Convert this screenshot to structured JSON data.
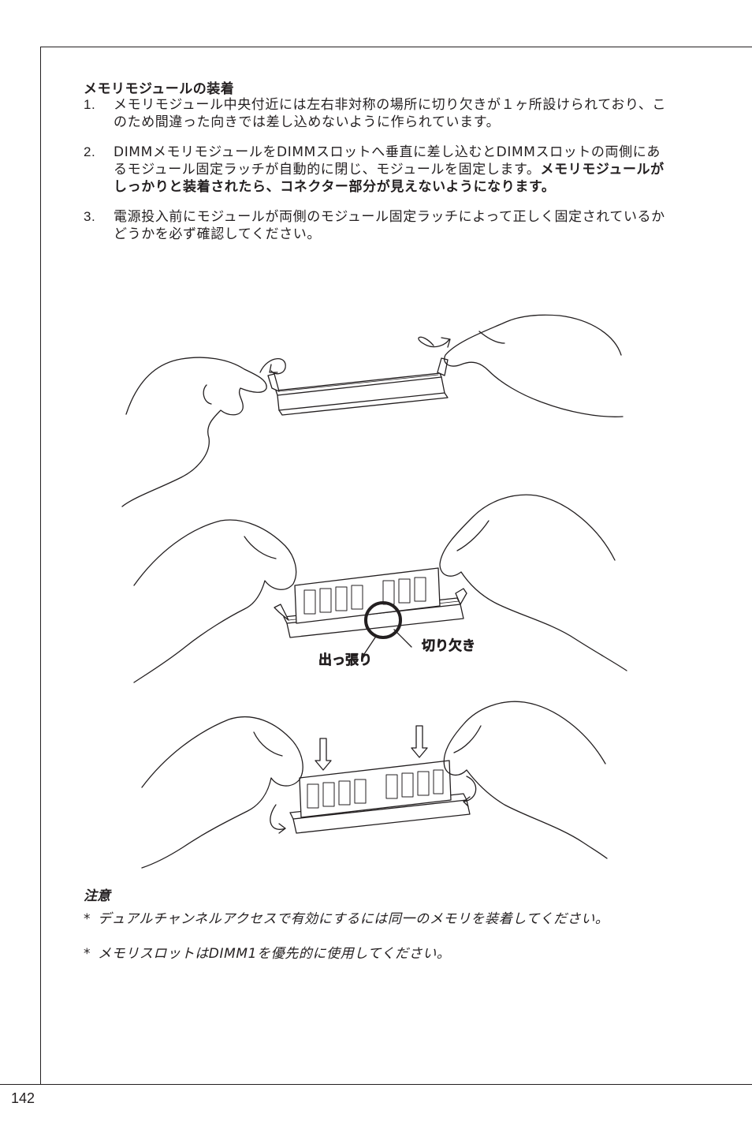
{
  "page": {
    "heading": "メモリモジュールの装着",
    "page_number": "142"
  },
  "steps": [
    {
      "num": "1.",
      "text": "メモリモジュール中央付近には左右非対称の場所に切り欠きが１ヶ所設けられており、このため間違った向きでは差し込めないように作られています。",
      "bold": ""
    },
    {
      "num": "2.",
      "text": "DIMMメモリモジュールをDIMMスロットへ垂直に差し込むとDIMMスロットの両側にあるモジュール固定ラッチが自動的に閉じ、モジュールを固定します。",
      "bold": "メモリモジュールがしっかりと装着されたら、コネクター部分が見えないようになります。"
    },
    {
      "num": "3.",
      "text": "電源投入前にモジュールが両側のモジュール固定ラッチによって正しく固定されているかどうかを必ず確認してください。",
      "bold": ""
    }
  ],
  "illustration": {
    "label_notch": "切り欠き",
    "label_protrusion": "出っ張り"
  },
  "notes": {
    "title": "注意",
    "items": [
      "デュアルチャンネルアクセスで有効にするには同一のメモリを装着してください。",
      "メモリスロットはDIMM1を優先的に使用してください。"
    ],
    "marker": "*"
  }
}
